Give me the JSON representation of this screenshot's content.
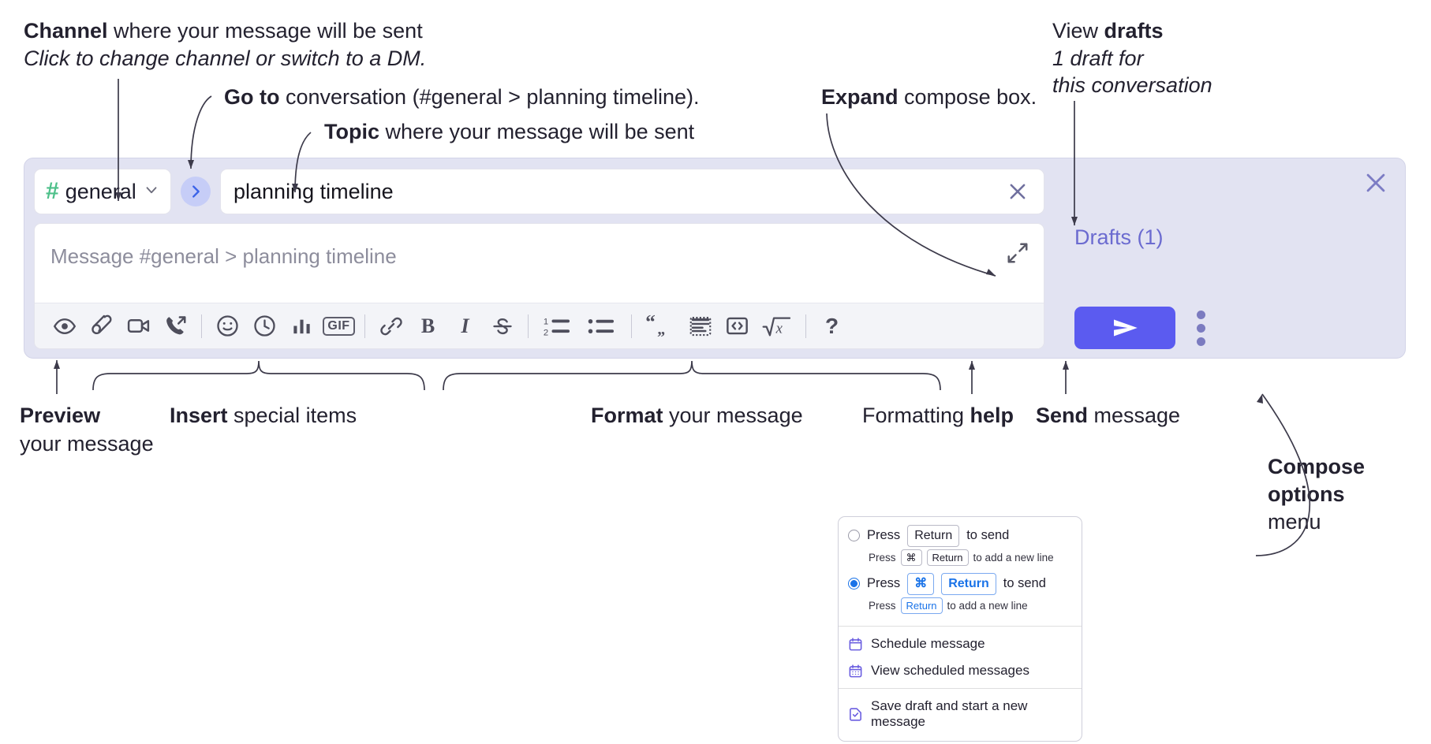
{
  "annotations": {
    "channel": {
      "bold": "Channel",
      "rest": " where your message will be sent",
      "italic": "Click to change channel or switch to a DM."
    },
    "goto": {
      "bold": "Go to",
      "rest": " conversation (#general > planning timeline)."
    },
    "topic": {
      "bold": "Topic",
      "rest": " where your message will be sent"
    },
    "expand": {
      "bold": "Expand",
      "rest": " compose box."
    },
    "drafts": {
      "bold_lead": "View ",
      "bold": "drafts",
      "italic1": "1 draft for",
      "italic2": "this conversation"
    },
    "preview": {
      "bold": "Preview",
      "rest": "your message"
    },
    "insert": {
      "bold": "Insert",
      "rest": " special items"
    },
    "format": {
      "bold": "Format",
      "rest": " your message"
    },
    "formatting_help": {
      "lead": "Formatting ",
      "bold": "help"
    },
    "send": {
      "bold": "Send",
      "rest": " message"
    },
    "compose_options": {
      "bold1": "Compose",
      "bold2": "options",
      "rest": "menu"
    }
  },
  "compose": {
    "channel": {
      "hash": "#",
      "name": "general",
      "chevron": "⌄"
    },
    "goto_button_icon": "chevron-right-icon",
    "topic": {
      "value": "planning timeline",
      "clear_icon": "close-icon"
    },
    "message": {
      "placeholder": "Message #general > planning timeline",
      "expand_icon": "expand-icon"
    },
    "drafts_label": "Drafts (1)",
    "panel_close_icon": "close-icon",
    "send_icon": "send-paper-plane-icon",
    "kebab_icon": "vertical-dots-icon",
    "toolbar": [
      {
        "name": "preview-icon",
        "type": "icon",
        "label": ""
      },
      {
        "name": "attachment-icon",
        "type": "icon",
        "label": ""
      },
      {
        "name": "video-clip-icon",
        "type": "icon",
        "label": ""
      },
      {
        "name": "audio-clip-icon",
        "type": "icon",
        "label": ""
      },
      {
        "name": "separator",
        "type": "sep",
        "label": ""
      },
      {
        "name": "emoji-icon",
        "type": "icon",
        "label": ""
      },
      {
        "name": "mention-time-icon",
        "type": "icon",
        "label": ""
      },
      {
        "name": "poll-icon",
        "type": "icon",
        "label": ""
      },
      {
        "name": "gif-icon",
        "type": "text-box",
        "label": "GIF"
      },
      {
        "name": "separator",
        "type": "sep",
        "label": ""
      },
      {
        "name": "link-icon",
        "type": "icon",
        "label": ""
      },
      {
        "name": "bold-icon",
        "type": "glyph",
        "label": "B"
      },
      {
        "name": "italic-icon",
        "type": "glyph-italic",
        "label": "I"
      },
      {
        "name": "strikethrough-icon",
        "type": "icon",
        "label": ""
      },
      {
        "name": "separator",
        "type": "sep",
        "label": ""
      },
      {
        "name": "ordered-list-icon",
        "type": "icon",
        "label": ""
      },
      {
        "name": "bulleted-list-icon",
        "type": "icon",
        "label": ""
      },
      {
        "name": "separator",
        "type": "sep",
        "label": ""
      },
      {
        "name": "blockquote-icon",
        "type": "icon",
        "label": ""
      },
      {
        "name": "code-block-icon",
        "type": "icon",
        "label": ""
      },
      {
        "name": "inline-code-icon",
        "type": "icon",
        "label": ""
      },
      {
        "name": "math-icon",
        "type": "icon",
        "label": ""
      },
      {
        "name": "separator",
        "type": "sep",
        "label": ""
      },
      {
        "name": "formatting-help-icon",
        "type": "qmark",
        "label": "?"
      }
    ]
  },
  "menu": {
    "option1": {
      "selected": false,
      "press": "Press",
      "key": "Return",
      "to_send": "to send",
      "sub_press": "Press",
      "sub_key1": "⌘",
      "sub_key2": "Return",
      "sub_rest": "to add a new line"
    },
    "option2": {
      "selected": true,
      "press": "Press",
      "key1": "⌘",
      "key2": "Return",
      "to_send": "to send",
      "sub_press": "Press",
      "sub_key": "Return",
      "sub_rest": "to add a new line"
    },
    "items": [
      {
        "icon": "calendar-schedule-icon",
        "label": "Schedule message"
      },
      {
        "icon": "calendar-grid-icon",
        "label": "View scheduled messages"
      },
      {
        "icon": "save-draft-icon",
        "label": "Save draft and start a new message"
      }
    ]
  },
  "colors": {
    "panel_bg": "#e2e3f2",
    "accent_purple": "#5b5bf0",
    "drafts_purple": "#6b6bd0",
    "hash_green": "#4ec08a",
    "goto_blue": "#c6cdf7",
    "radio_blue": "#1a73e8",
    "menu_icon_purple": "#6a5de0",
    "toolbar_bg": "#f3f4f8",
    "text_dark": "#23212f"
  }
}
